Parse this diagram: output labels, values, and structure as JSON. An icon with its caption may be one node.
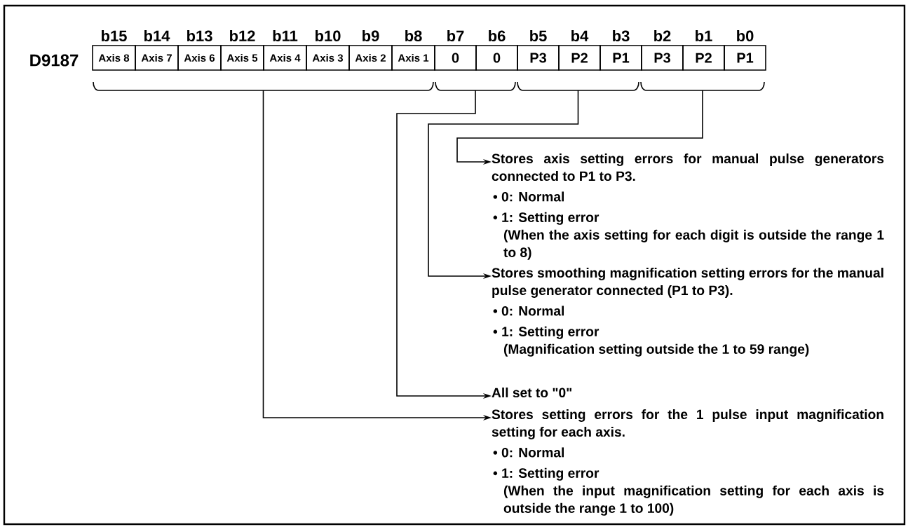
{
  "diagram": {
    "nodes": [
      {
        "text": [
          "Axis 8"
        ],
        "beside": [
          "b15"
        ]
      },
      {
        "text": [
          "Axis 7"
        ],
        "beside": [
          "b14"
        ]
      },
      {
        "text": [
          "Axis 6"
        ],
        "beside": [
          "b13"
        ]
      },
      {
        "text": [
          "Axis 5"
        ],
        "beside": [
          "b12"
        ]
      },
      {
        "text": [
          "Axis 4"
        ],
        "beside": [
          "b11"
        ]
      },
      {
        "text": [
          "Axis 3"
        ],
        "beside": [
          "b10"
        ]
      },
      {
        "text": [
          "Axis 2"
        ],
        "beside": [
          "b9"
        ]
      },
      {
        "text": [
          "Axis 1"
        ],
        "beside": [
          "b8"
        ]
      },
      {
        "text": [
          "0"
        ],
        "beside": [
          "b7"
        ]
      },
      {
        "text": [
          "0"
        ],
        "beside": [
          "b6"
        ]
      },
      {
        "text": [
          "P3"
        ],
        "beside": [
          "b5"
        ]
      },
      {
        "text": [
          "P2"
        ],
        "beside": [
          "b4"
        ]
      },
      {
        "text": [
          "P1"
        ],
        "beside": [
          "b3"
        ]
      },
      {
        "text": [
          "P3"
        ],
        "beside": [
          "b2"
        ]
      },
      {
        "text": [
          "P2"
        ],
        "beside": [
          "b1"
        ]
      },
      {
        "text": [
          "P1"
        ],
        "beside": [
          "b0"
        ]
      },
      {
        "text": [],
        "shape": "bracket"
      },
      {
        "text": [],
        "shape": "bracket"
      },
      {
        "text": [],
        "shape": "bracket"
      },
      {
        "text": [],
        "shape": "bracket"
      },
      {
        "text": [
          "Stores axis setting errors for manual pulse generators connected to P1 to P3.",
          "• 0: Normal",
          "• 1: Setting error",
          "(When the axis setting for each digit is outside the range 1 to 8)"
        ]
      },
      {
        "text": [
          "Stores smoothing magnification setting errors for the manual pulse generator connected (P1 to P3).",
          "• 0: Normal",
          "• 1: Setting error",
          "(Magnification setting outside the 1 to 59 range)"
        ]
      },
      {
        "text": [
          "All set to \"0\""
        ]
      },
      {
        "text": [
          "Stores setting errors for the 1 pulse input magnification setting for each axis.",
          "• 0: Normal",
          "• 1: Setting error",
          "(When the input magnification setting for each axis is outside the range 1 to 100)"
        ]
      }
    ],
    "edges": [
      {
        "from": 19,
        "to": 20,
        "arrow": "to"
      },
      {
        "from": 18,
        "to": 21,
        "arrow": "to"
      },
      {
        "from": 17,
        "to": 22,
        "arrow": "to"
      },
      {
        "from": 16,
        "to": 23,
        "arrow": "to"
      }
    ],
    "labels": [
      "D9187"
    ]
  }
}
